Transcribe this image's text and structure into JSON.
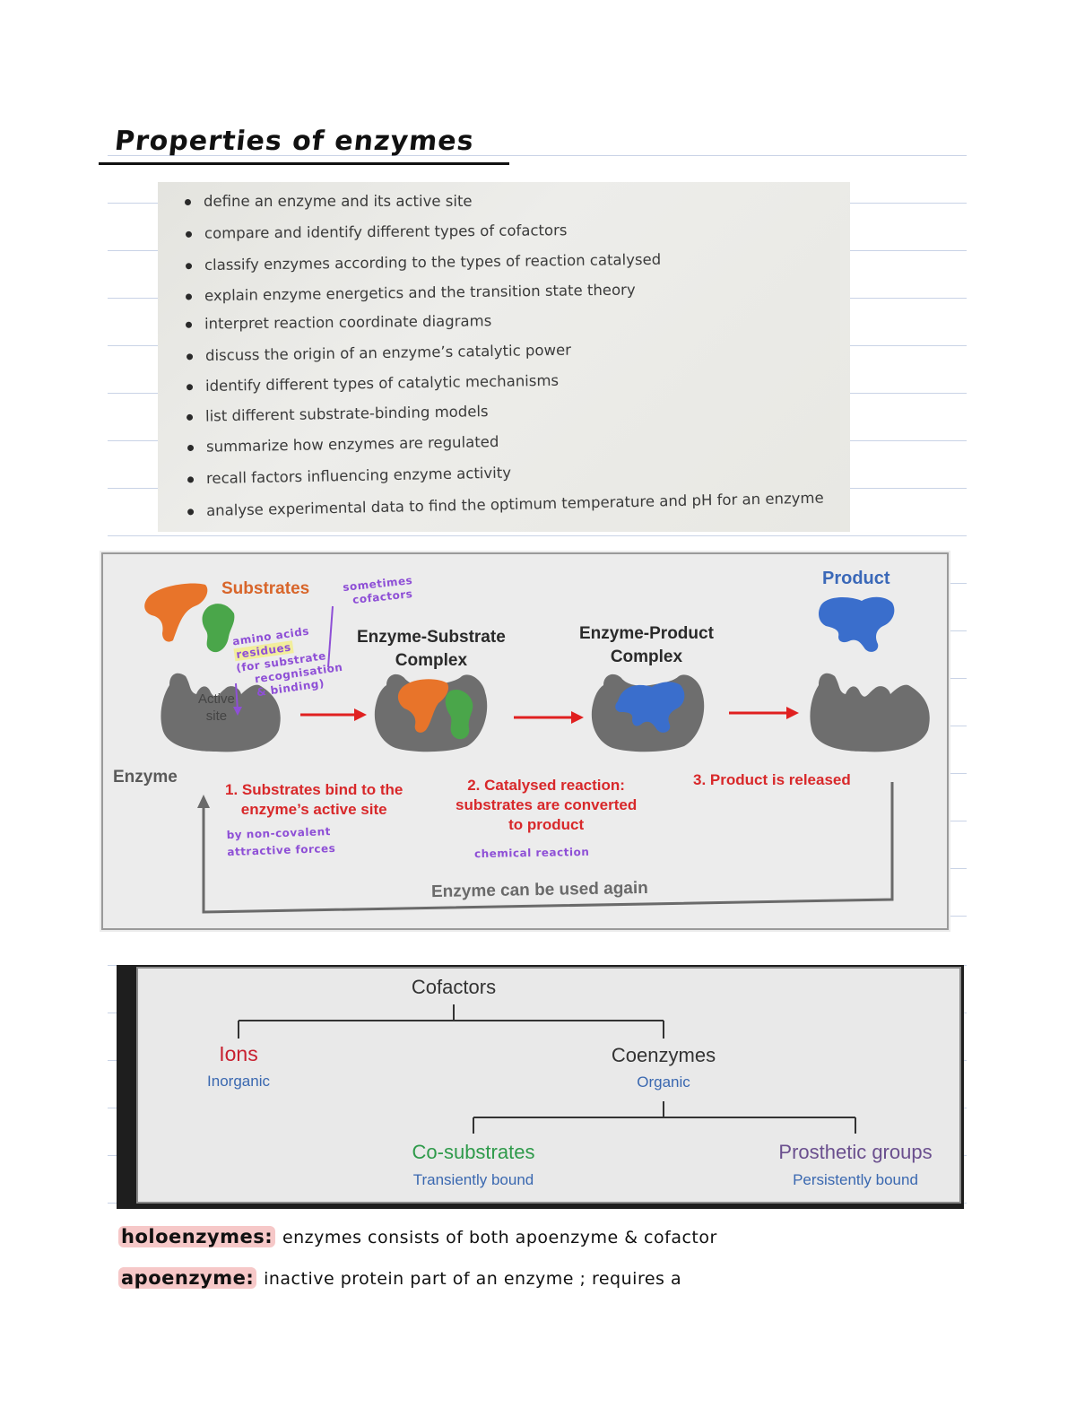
{
  "title": "Properties of enzymes",
  "objectives": [
    "define an enzyme and its active site",
    "compare and identify different types of cofactors",
    "classify enzymes according to the types of reaction catalysed",
    "explain enzyme energetics and the transition state theory",
    "interpret reaction coordinate diagrams",
    "discuss the origin of an enzyme’s catalytic power",
    "identify different types of catalytic mechanisms",
    "list different substrate-binding models",
    "summarize how enzymes are regulated",
    "recall factors influencing enzyme activity",
    "analyse experimental data to find the optimum temperature and pH for an enzyme"
  ],
  "diagram": {
    "substrates": "Substrates",
    "active_site_1": "Active",
    "active_site_2": "site",
    "enzyme": "Enzyme",
    "es_complex_1": "Enzyme-Substrate",
    "es_complex_2": "Complex",
    "ep_complex_1": "Enzyme-Product",
    "ep_complex_2": "Complex",
    "product": "Product",
    "step1_1": "1. Substrates bind to the",
    "step1_2": "enzyme’s active site",
    "step2_1": "2. Catalysed reaction:",
    "step2_2": "substrates are converted",
    "step2_3": "to product",
    "step3": "3. Product is released",
    "reuse": "Enzyme can be used again",
    "notes": {
      "sometimes_1": "sometimes",
      "sometimes_2": "cofactors",
      "amino_1": "amino acids",
      "amino_2": "residues",
      "amino_3": "(for substrate",
      "amino_4": "recognisation",
      "amino_5": "& binding)",
      "by_1": "by non-covalent",
      "by_2": "attractive forces",
      "chemical": "chemical reaction"
    }
  },
  "cofactors": {
    "root": "Cofactors",
    "ions": "Ions",
    "ions_sub": "Inorganic",
    "coenzymes": "Coenzymes",
    "coenzymes_sub": "Organic",
    "cosub": "Co-substrates",
    "cosub_sub": "Transiently bound",
    "prosthetic": "Prosthetic groups",
    "prosthetic_sub": "Persistently bound",
    "colors": {
      "ions": "#c8202f",
      "organic": "#3a68b0",
      "cosub": "#2e9a4a",
      "prosthetic": "#6a4f8e"
    }
  },
  "notes": {
    "holo_term": "holoenzymes:",
    "holo_def": "enzymes consists of both apoenzyme & cofactor",
    "apo_term": "apoenzyme:",
    "apo_def": "inactive protein part of an enzyme ; requires a"
  }
}
